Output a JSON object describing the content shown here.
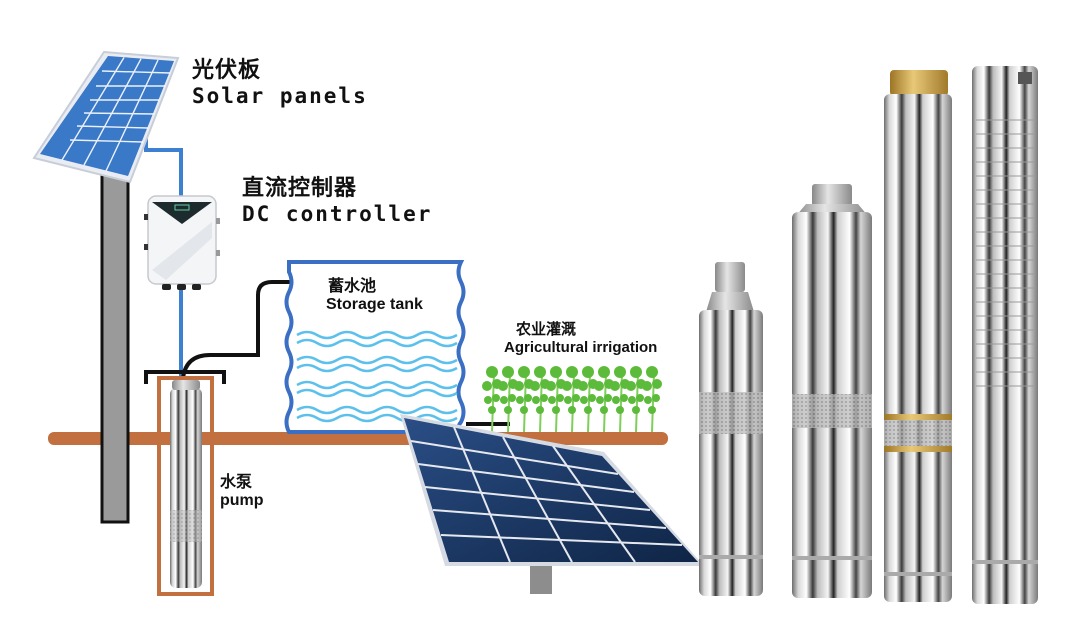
{
  "diagram": {
    "title": "Solar water pump system",
    "labels": {
      "solar_panels": {
        "zh": "光伏板",
        "en": "Solar panels"
      },
      "dc_controller": {
        "zh": "直流控制器",
        "en": "DC controller"
      },
      "storage_tank": {
        "zh": "蓄水池",
        "en": "Storage tank"
      },
      "irrigation": {
        "zh": "农业灌溉",
        "en": "Agricultural irrigation"
      },
      "pump": {
        "zh": "水泵",
        "en": "pump"
      }
    },
    "components": [
      {
        "id": "solar-panel-pole",
        "description": "Solar panel array mounted on pole"
      },
      {
        "id": "dc-controller",
        "description": "White DC controller box with display"
      },
      {
        "id": "borehole-pump",
        "description": "Submersible pump inside borehole"
      },
      {
        "id": "storage-tank",
        "description": "Water storage tank with waves"
      },
      {
        "id": "irrigation-crops",
        "description": "Row of green crops"
      },
      {
        "id": "ground-solar-array",
        "description": "Large ground-mounted solar array"
      },
      {
        "id": "product-pumps",
        "description": "Four stainless steel submersible pumps"
      }
    ],
    "product_pumps_count": 4,
    "colors": {
      "panel_blue": "#3a78c8",
      "dark_panel": "#1f3b66",
      "cable_blue": "#3d7fd0",
      "ground": "#c2703f",
      "borehole": "#c2703f",
      "water": "#5bc0eb",
      "tank_border": "#3b6fc4",
      "crops": "#5dbb3c",
      "pole": "#9a9a9a",
      "brass": "#c9a24a"
    }
  }
}
